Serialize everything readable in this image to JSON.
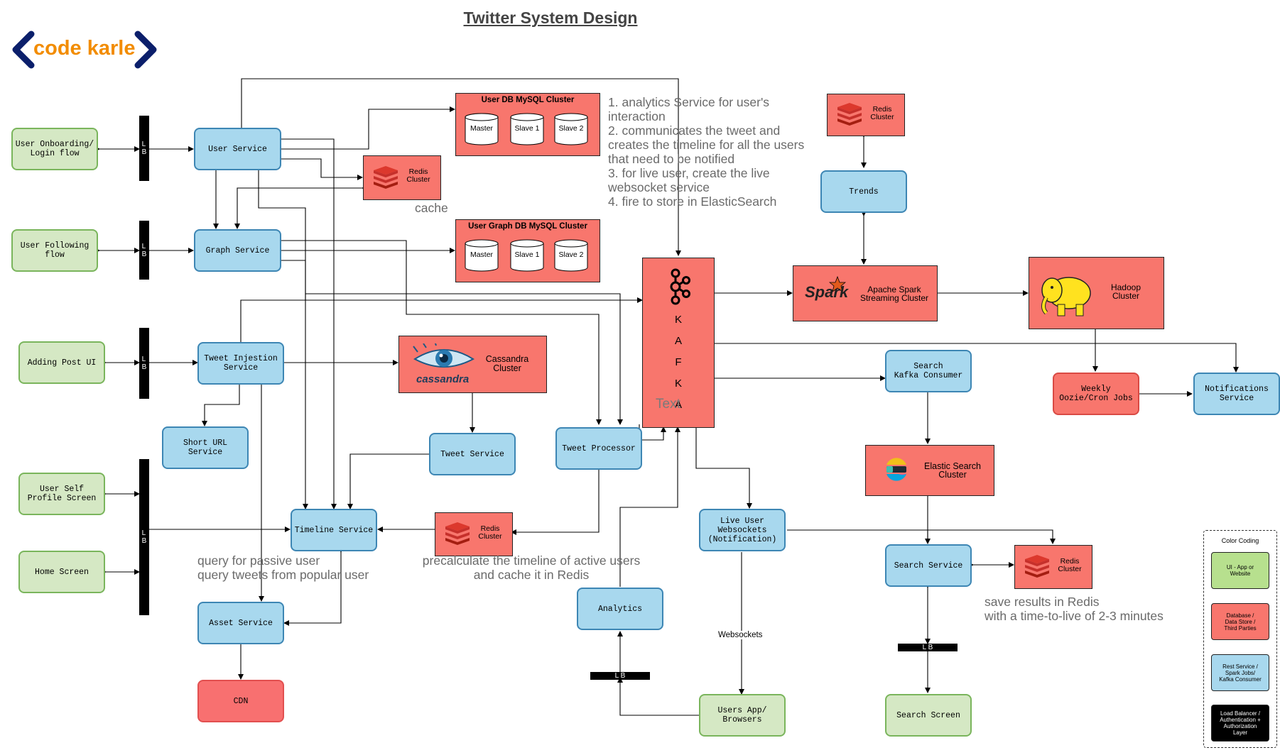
{
  "title": "Twitter System Design",
  "logo": {
    "text": "code karle",
    "chevron_color": "#0b1f6b",
    "text_color": "#f28c00"
  },
  "colors": {
    "service": "#a8d8ee",
    "ui": "#d5e8c4",
    "datastore": "#f8766d",
    "lb": "#000000"
  },
  "ui_nodes": {
    "onboarding": "User Onboarding/\nLogin flow",
    "following": "User Following\nflow",
    "adding_post": "Adding Post UI",
    "self_profile": "User Self\nProfile Screen",
    "home": "Home Screen",
    "users_app": "Users App/\nBrowsers",
    "search_screen": "Search Screen"
  },
  "services": {
    "user": "User Service",
    "graph": "Graph Service",
    "tweet_injestion": "Tweet Injestion\nService",
    "short_url": "Short URL\nService",
    "tweet_service": "Tweet Service",
    "tweet_processor": "Tweet Processor",
    "timeline": "Timeline Service",
    "asset": "Asset Service",
    "analytics": "Analytics",
    "live_user": "Live User\nWebsockets\n(Notification)",
    "trends": "Trends",
    "search_kafka": "Search\nKafka Consumer",
    "search": "Search Service",
    "notifications": "Notifications\nService",
    "weekly_jobs": "Weekly\nOozie/Cron Jobs"
  },
  "datastores": {
    "user_db": {
      "title": "User DB MySQL Cluster",
      "nodes": [
        "Master",
        "Slave 1",
        "Slave 2"
      ]
    },
    "graph_db": {
      "title": "User Graph DB MySQL Cluster",
      "nodes": [
        "Master",
        "Slave 1",
        "Slave 2"
      ]
    },
    "redis_user": "Redis\nCluster",
    "redis_trends": "Redis\nCluster",
    "redis_timeline": "Redis\nCluster",
    "redis_search": "Redis\nCluster",
    "cassandra": {
      "logo": "cassandra",
      "label": "Cassandra\nCluster"
    },
    "spark": {
      "logo": "Spark",
      "label": "Apache Spark\nStreaming Cluster"
    },
    "hadoop": "Hadoop\nCluster",
    "elastic": "Elastic Search\nCluster",
    "kafka_letters": [
      "K",
      "A",
      "F",
      "K",
      "A"
    ],
    "kafka_overlay": "Text",
    "cdn": "CDN"
  },
  "lb": {
    "vertical": "L\nB",
    "horizontal": "L B"
  },
  "notes": {
    "kafka_list": "1. analytics Service for user's\ninteraction\n2. communicates the tweet and\ncreates the timeline for all the users\nthat need to be notified\n3. for live user, create the live\nwebsocket service\n4. fire to store in ElasticSearch",
    "cache": "cache",
    "passive": "query for passive user\nquery tweets from popular user",
    "precalc": "precalculate the timeline of active users\nand cache it in Redis",
    "search_cache": "save results in Redis\nwith a time-to-live of 2-3 minutes",
    "websockets": "Websockets"
  },
  "legend": {
    "title": "Color Coding",
    "items": [
      {
        "label": "UI - App or\nWebsite",
        "color": "#b7e08e"
      },
      {
        "label": "Database /\nData Store /\nThird Parties",
        "color": "#f8766d"
      },
      {
        "label": "Rest Service /\nSpark Jobs/\nKafka Consumer",
        "color": "#a8d8ee"
      },
      {
        "label": "Load Balancer /\nAuthentication +\nAuthorization\nLayer",
        "color": "#000000"
      }
    ]
  }
}
